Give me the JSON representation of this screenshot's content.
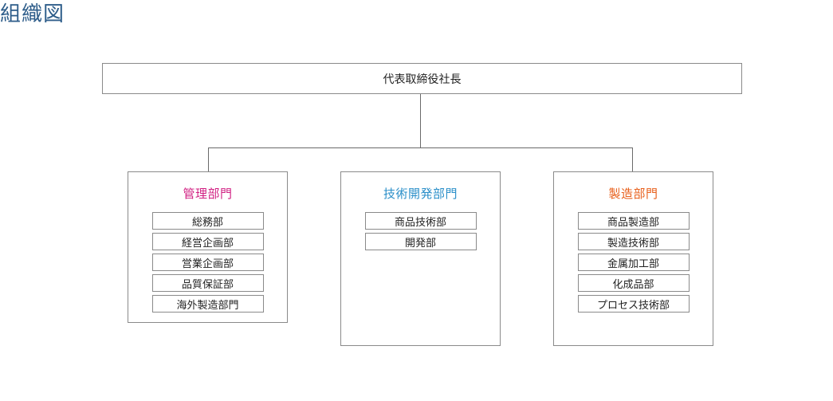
{
  "title": "組織図",
  "ceo": "代表取締役社長",
  "departments": [
    {
      "name": "管理部門",
      "color": "#d11f82",
      "units": [
        "総務部",
        "経営企画部",
        "営業企画部",
        "品質保証部",
        "海外製造部門"
      ]
    },
    {
      "name": "技術開発部門",
      "color": "#2b8fc9",
      "units": [
        "商品技術部",
        "開発部"
      ]
    },
    {
      "name": "製造部門",
      "color": "#e8601c",
      "units": [
        "商品製造部",
        "製造技術部",
        "金属加工部",
        "化成品部",
        "プロセス技術部"
      ]
    }
  ]
}
